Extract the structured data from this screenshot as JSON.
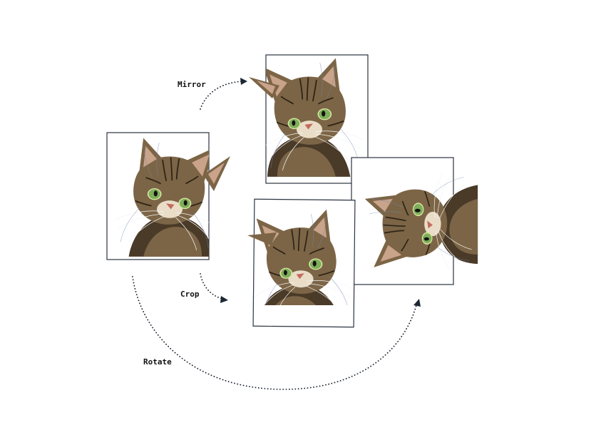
{
  "operations": {
    "mirror": "Mirror",
    "crop": "Crop",
    "rotate": "Rotate"
  },
  "icons": {
    "source": "cat-photo-icon",
    "mirrored": "cat-photo-mirrored-icon",
    "cropped": "cat-photo-cropped-icon",
    "rotated": "cat-photo-rotated-icon"
  },
  "colors": {
    "frame": "#2b3440",
    "arrow": "#1d2633",
    "label": "#111111"
  }
}
